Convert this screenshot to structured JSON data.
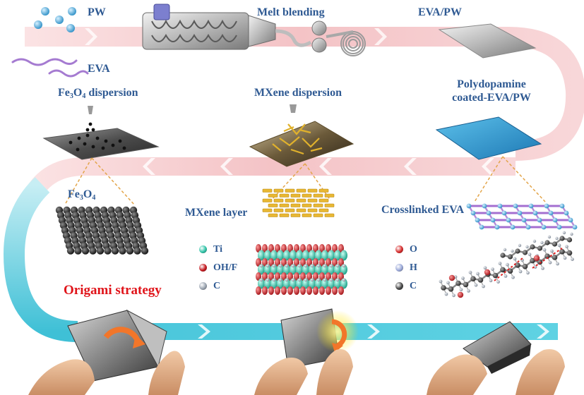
{
  "labels": {
    "pw": "PW",
    "eva": "EVA",
    "melt_blending": "Melt blending",
    "eva_pw": "EVA/PW",
    "fe3o4_dispersion_main": "Fe",
    "fe3o4_dispersion_sub": "3",
    "fe3o4_dispersion_mid": "O",
    "fe3o4_dispersion_sub2": "4",
    "fe3o4_dispersion_tail": " dispersion",
    "mxene_dispersion": "MXene dispersion",
    "polydopamine_line1": "Polydopamine",
    "polydopamine_line2": "coated-EVA/PW",
    "fe3o4_main": "Fe",
    "fe3o4_sub": "3",
    "fe3o4_mid": "O",
    "fe3o4_sub2": "4",
    "mxene_layer": "MXene layer",
    "crosslinked_eva": "Crosslinked EVA",
    "origami_strategy": "Origami strategy"
  },
  "legend_mxene": [
    {
      "label": "Ti",
      "color": "#2fc4a8"
    },
    {
      "label": "OH/F",
      "color": "#c4161c"
    },
    {
      "label": "C",
      "color": "#9aa4b0"
    }
  ],
  "legend_eva": [
    {
      "label": "O",
      "color": "#d62a2a"
    },
    {
      "label": "H",
      "color": "#9aa8d8"
    },
    {
      "label": "C",
      "color": "#444444"
    }
  ],
  "colors": {
    "label_blue": "#2f5a93",
    "accent_red": "#e0141a",
    "pink_band": "#f6c9cc",
    "cyan_band": "#4cc4d8",
    "pdopa_sheet": "#2f9fd0"
  }
}
